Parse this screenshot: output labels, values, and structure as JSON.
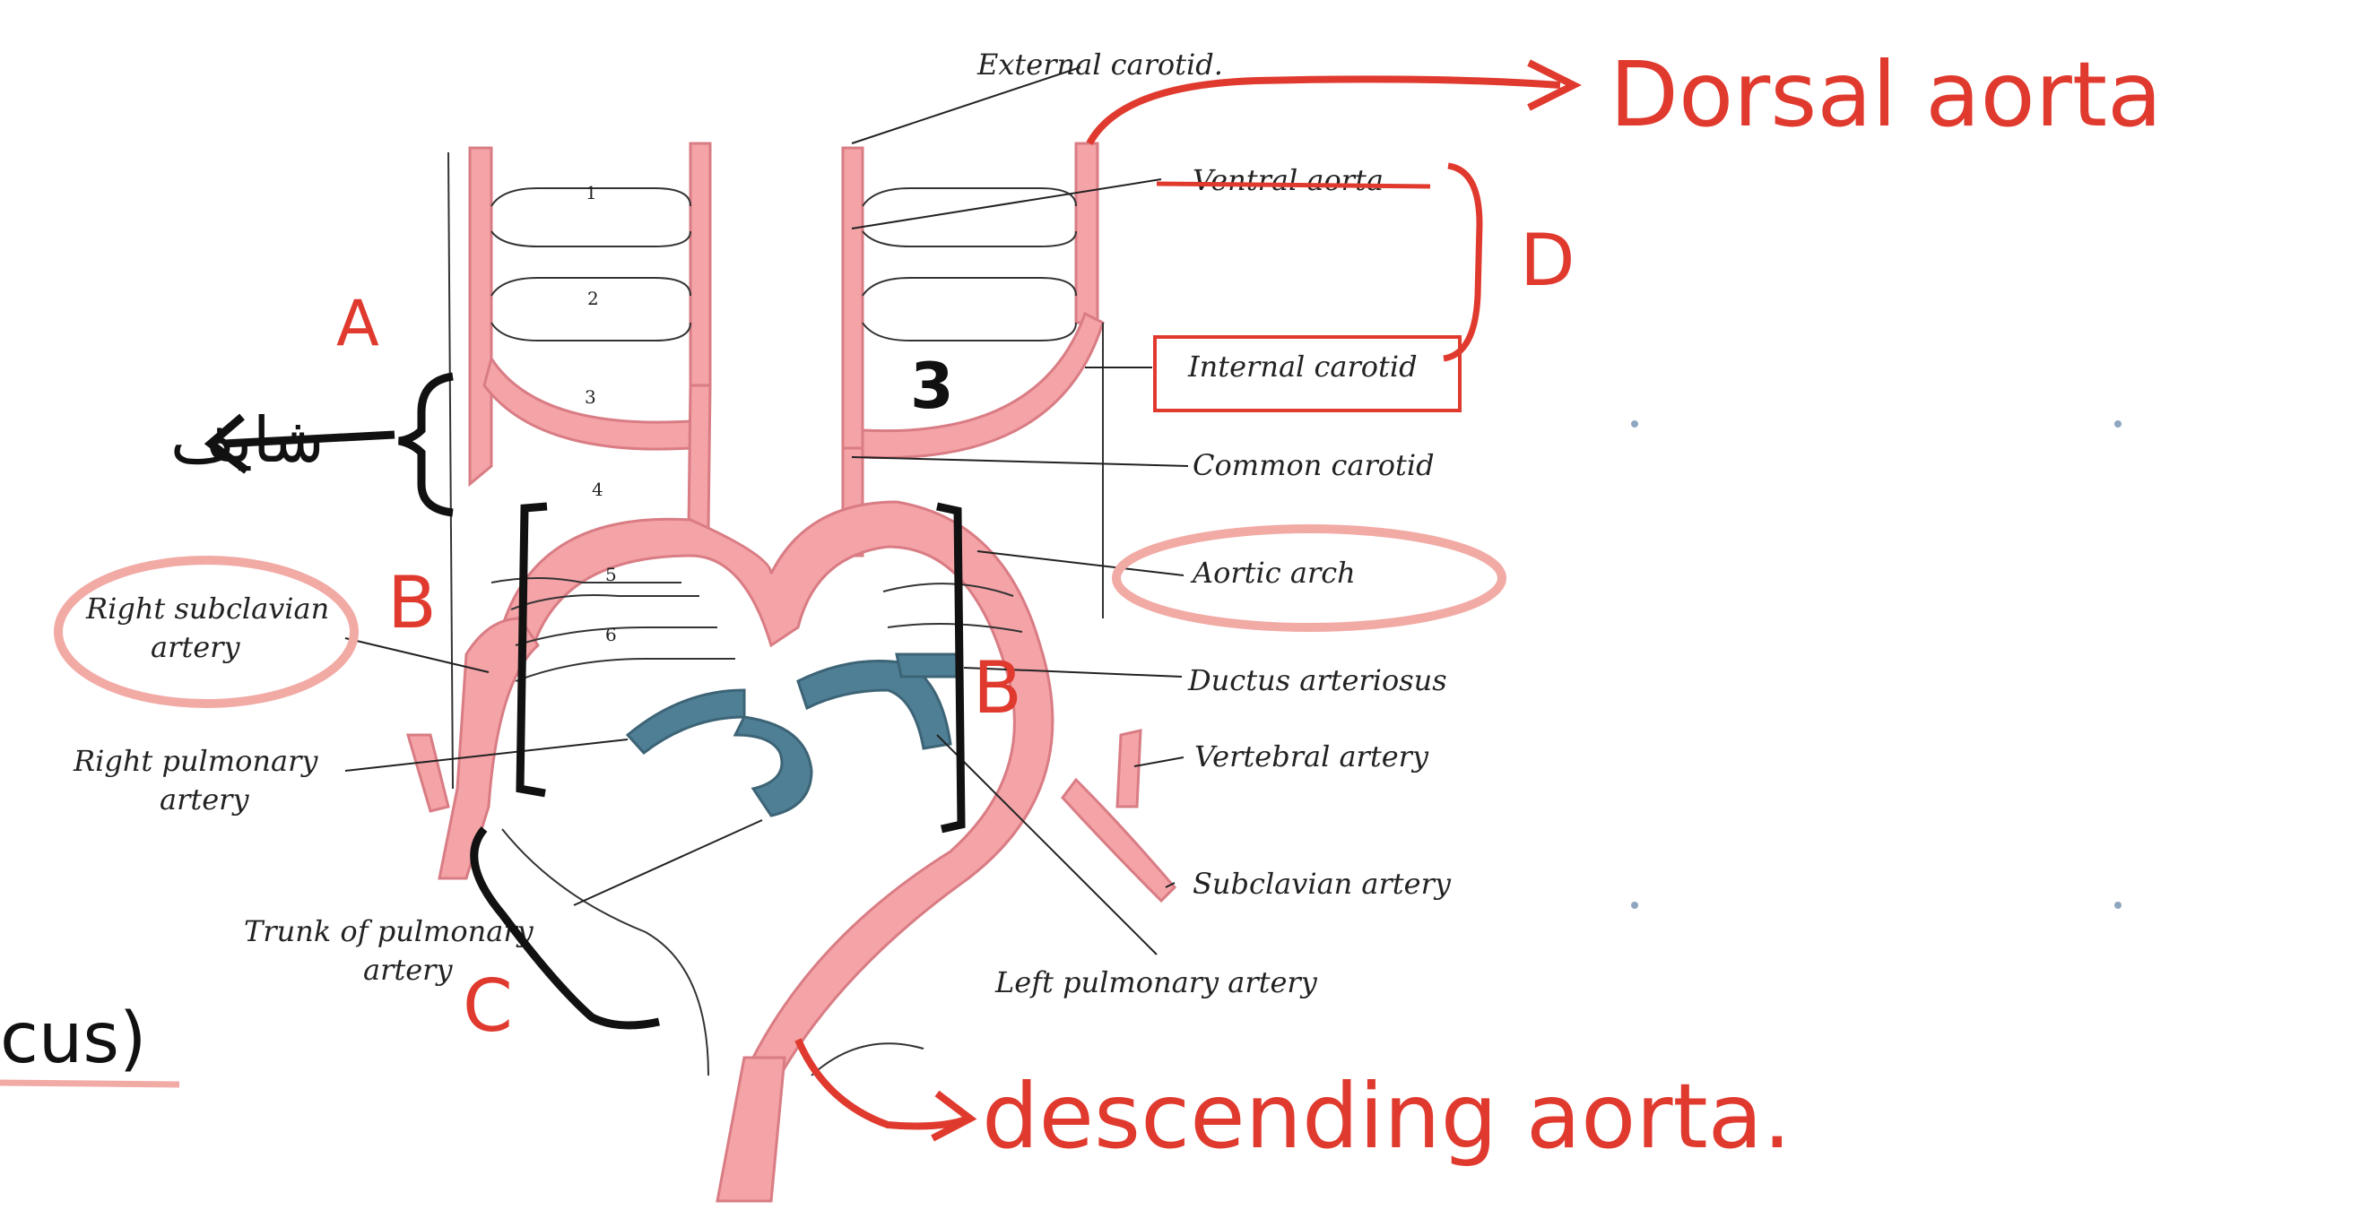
{
  "colors": {
    "artery_fill": "#f4a3a7",
    "artery_edge": "#d97c84",
    "pulmonary_fill": "#4f7f95",
    "annotation_red": "#e03a2f",
    "highlight_pink": "#f2aaa5",
    "ink": "#222222"
  },
  "arch_numbers": [
    "1",
    "2",
    "3",
    "4",
    "5",
    "6"
  ],
  "labels": {
    "external_carotid": "External carotid.",
    "ventral_aorta": "Ventral aorta",
    "internal_carotid": "Internal carotid",
    "common_carotid": "Common carotid",
    "aortic_arch": "Aortic arch",
    "ductus_arteriosus": "Ductus arteriosus",
    "vertebral_artery": "Vertebral artery",
    "subclavian_artery": "Subclavian artery",
    "left_pulmonary_artery": "Left pulmonary artery",
    "right_subclavian_line1": "Right subclavian",
    "right_subclavian_line2": "artery",
    "right_pulmonary_line1": "Right pulmonary",
    "right_pulmonary_line2": "artery",
    "trunk_pulmonary_line1": "Trunk of pulmonary",
    "trunk_pulmonary_line2": "artery"
  },
  "annotations": {
    "dorsal_aorta": "Dorsal aorta",
    "descending_aorta": "descending aorta.",
    "letter_a": "A",
    "letter_b_left": "B",
    "letter_b_right": "B",
    "letter_c": "C",
    "letter_d": "D",
    "number_3": "3",
    "arabic_note": "شايف",
    "partial_text": "cus)"
  },
  "icons": {
    "arrow_left": "arrow-left-icon",
    "arrow_right": "arrow-right-icon"
  }
}
